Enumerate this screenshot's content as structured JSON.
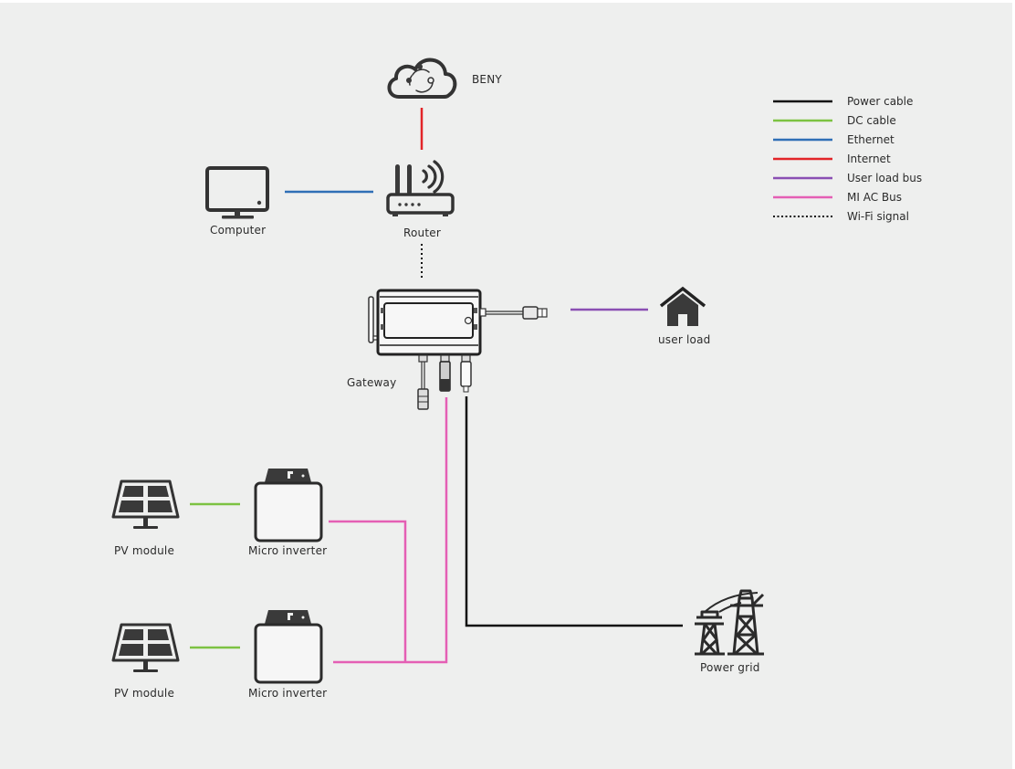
{
  "diagram": {
    "type": "system topology",
    "nodes": {
      "cloud": {
        "label": "BENY",
        "icon": "cloud-icon"
      },
      "router": {
        "label": "Router",
        "icon": "router-icon"
      },
      "computer": {
        "label": "Computer",
        "icon": "monitor-icon"
      },
      "gateway": {
        "label": "Gateway",
        "icon": "gateway-icon"
      },
      "user_load": {
        "label": "user load",
        "icon": "house-icon"
      },
      "pv_module_1": {
        "label": "PV module",
        "icon": "solar-panel-icon"
      },
      "micro_inverter_1": {
        "label": "Micro inverter",
        "icon": "micro-inverter-icon"
      },
      "pv_module_2": {
        "label": "PV module",
        "icon": "solar-panel-icon"
      },
      "micro_inverter_2": {
        "label": "Micro inverter",
        "icon": "micro-inverter-icon"
      },
      "power_grid": {
        "label": "Power grid",
        "icon": "power-tower-icon"
      }
    },
    "connections": [
      {
        "from": "cloud",
        "to": "router",
        "type": "internet"
      },
      {
        "from": "computer",
        "to": "router",
        "type": "ethernet"
      },
      {
        "from": "router",
        "to": "gateway",
        "type": "wifi"
      },
      {
        "from": "gateway",
        "to": "user_load",
        "type": "user_load_bus"
      },
      {
        "from": "pv_module_1",
        "to": "micro_inverter_1",
        "type": "dc"
      },
      {
        "from": "pv_module_2",
        "to": "micro_inverter_2",
        "type": "dc"
      },
      {
        "from": "micro_inverter_1",
        "to": "gateway",
        "type": "mi_ac_bus"
      },
      {
        "from": "micro_inverter_2",
        "to": "gateway",
        "type": "mi_ac_bus"
      },
      {
        "from": "gateway",
        "to": "power_grid",
        "type": "power"
      }
    ]
  },
  "legend": {
    "items": [
      {
        "key": "power",
        "label": "Power cable",
        "color": "#111111",
        "style": "solid"
      },
      {
        "key": "dc",
        "label": "DC cable",
        "color": "#7cc242",
        "style": "solid"
      },
      {
        "key": "ethernet",
        "label": "Ethernet",
        "color": "#2f6fb6",
        "style": "solid"
      },
      {
        "key": "internet",
        "label": "Internet",
        "color": "#e22428",
        "style": "solid"
      },
      {
        "key": "user_load_bus",
        "label": "User load bus",
        "color": "#8a4fb3",
        "style": "solid"
      },
      {
        "key": "mi_ac_bus",
        "label": "MI AC Bus",
        "color": "#e45fb4",
        "style": "solid"
      },
      {
        "key": "wifi",
        "label": "Wi-Fi signal",
        "color": "#111111",
        "style": "dotted"
      }
    ]
  },
  "colors": {
    "background": "#eeefee",
    "icon": "#333333",
    "text": "#2b2b2b"
  }
}
